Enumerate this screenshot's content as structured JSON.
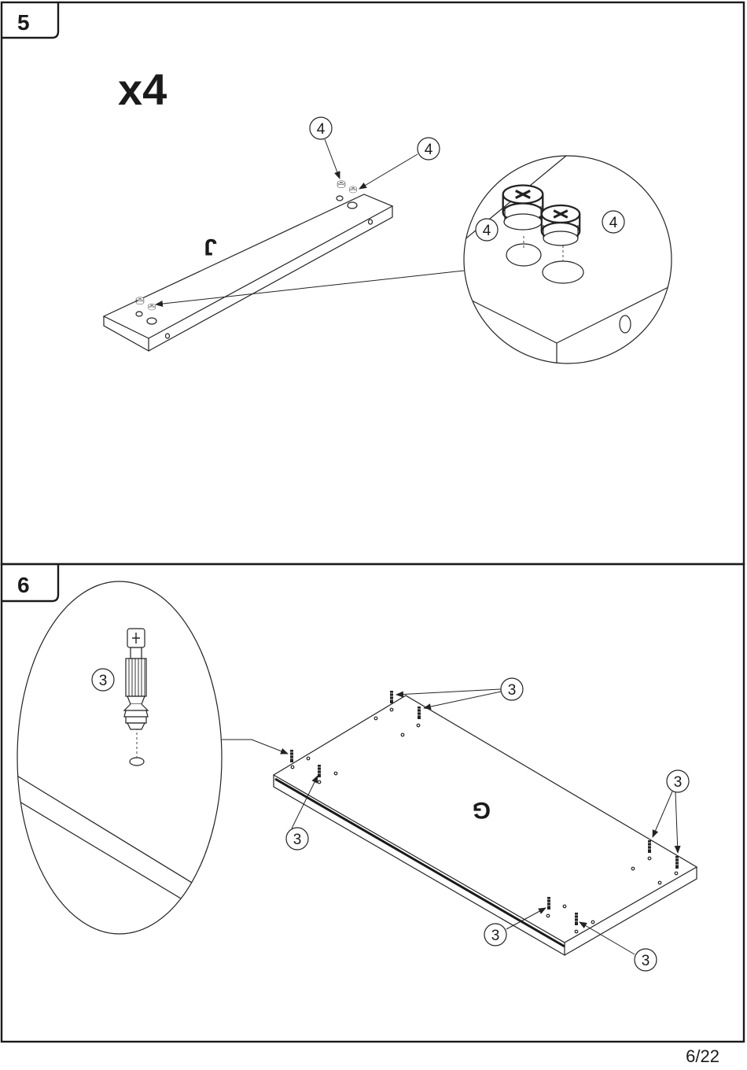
{
  "steps": [
    {
      "number": "5",
      "quantity": "x4",
      "part_label": "J",
      "callout": "4"
    },
    {
      "number": "6",
      "part_label": "G",
      "callout": "3"
    }
  ],
  "footer": {
    "page": "6/22"
  },
  "icons": [
    "cam-lock-icon",
    "dowel-icon",
    "wooden-dowel-icon",
    "arrow-icon"
  ]
}
